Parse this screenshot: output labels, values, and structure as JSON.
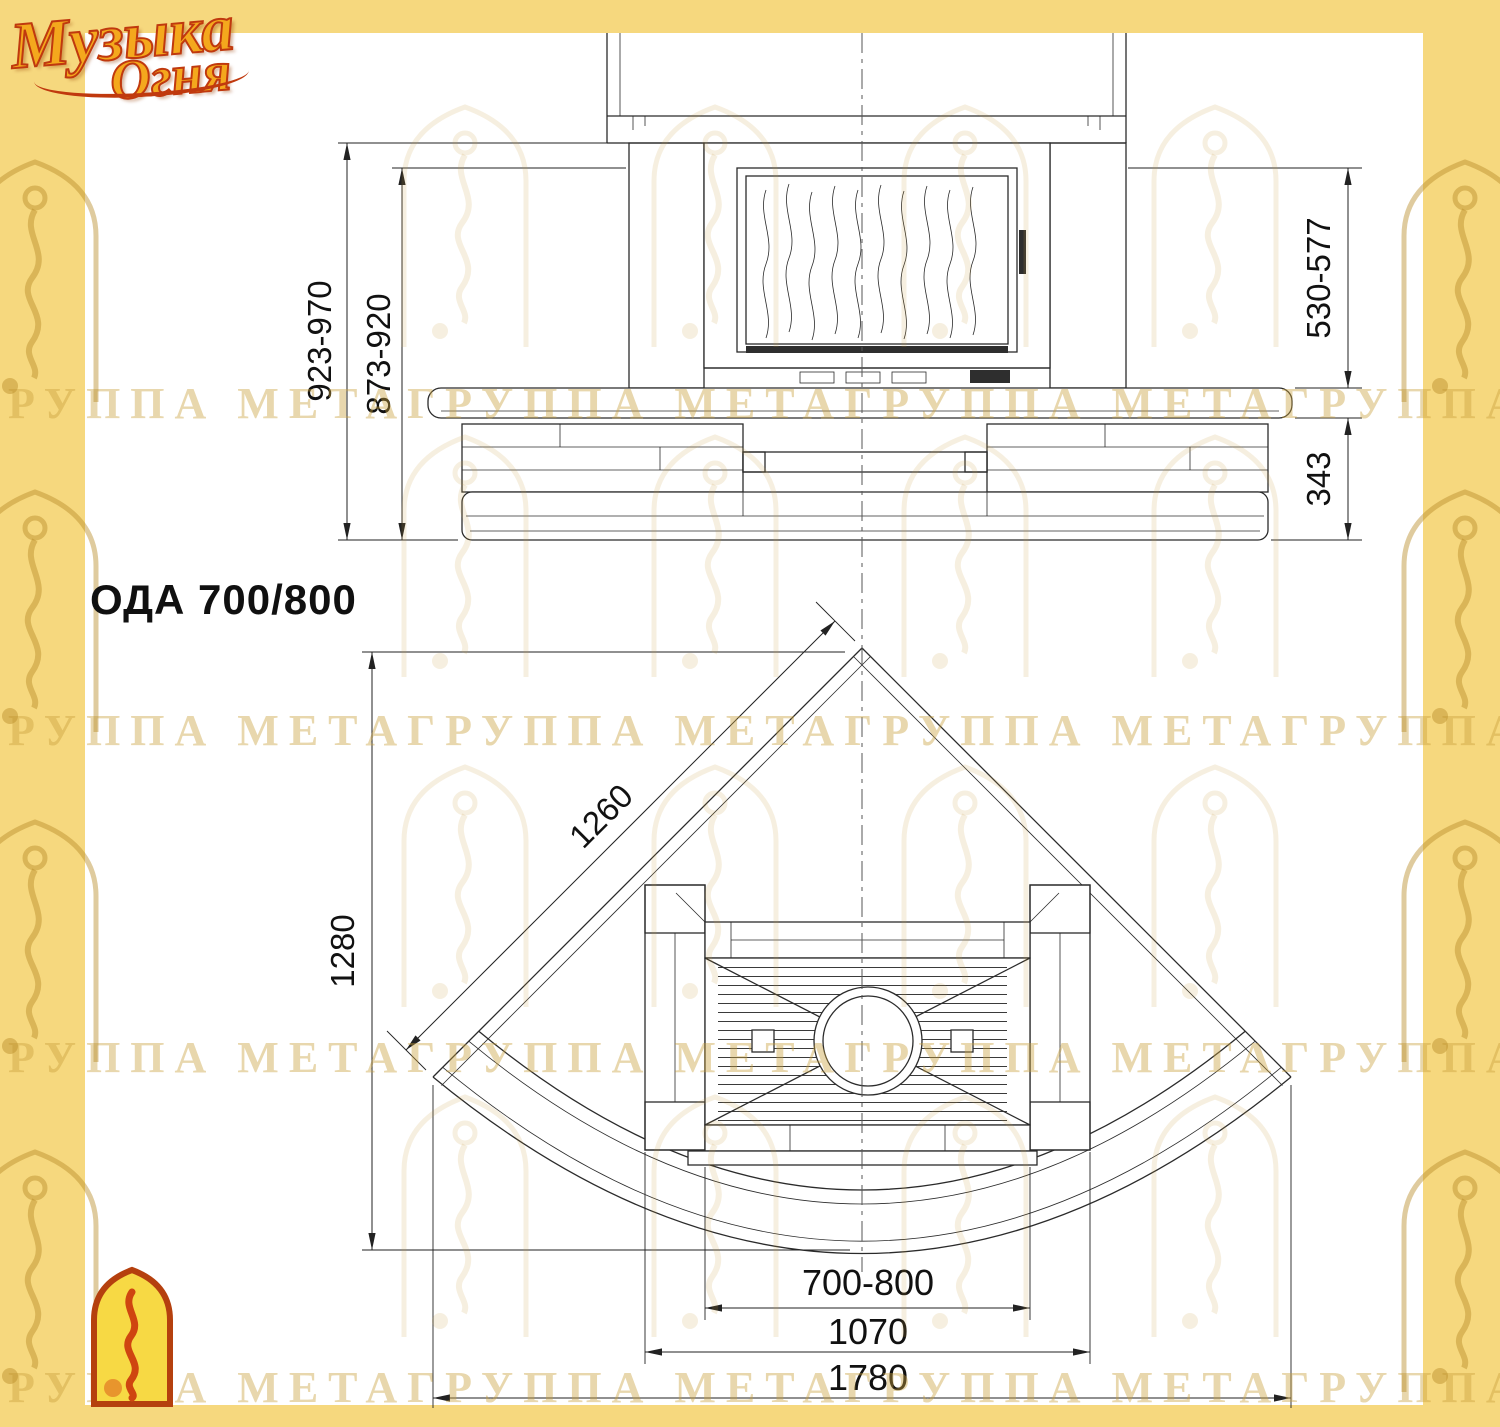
{
  "page": {
    "title": "ОДА 700/800"
  },
  "brand": {
    "name_line1": "Музыка",
    "name_line2": "Огня"
  },
  "watermark": {
    "row": "ГРУППА МЕТАГРУППА МЕТАГРУППА МЕТАГРУППА МЕТАГРУППА МЕТА"
  },
  "icons": {
    "watermark_arch": "arch-with-sitting-figure",
    "mascot": "dancing-figure-in-arch"
  },
  "colors": {
    "border": "#F6D87E",
    "canvas": "#FFFFFF",
    "line": "#2B2B2B",
    "brand_orange": "#F4A81D",
    "brand_red": "#C0390E",
    "watermark_tint": "#C8A03C"
  },
  "front_view": {
    "dim_total_height": "923-970",
    "dim_body_height": "873-920",
    "dim_firebox_height": "530-577",
    "dim_base_height": "343"
  },
  "plan_view": {
    "dim_side_edge": "1260",
    "dim_depth": "1280",
    "dim_firebox_width": "700-800",
    "dim_body_width": "1070",
    "dim_overall_width": "1780"
  }
}
